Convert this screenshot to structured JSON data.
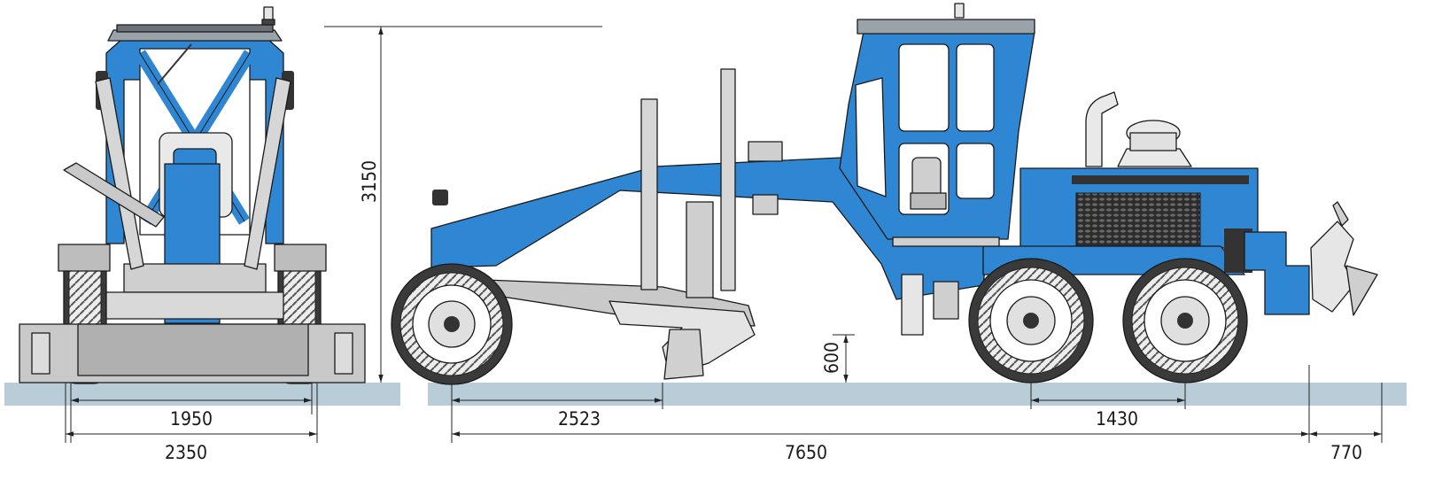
{
  "dimensions": {
    "front_track": "1950",
    "front_width": "2350",
    "height": "3150",
    "front_axle_to_blade": "2523",
    "rear_axle_spacing": "1430",
    "wheelbase_length": "7650",
    "rear_overhang": "770",
    "blade_lift": "600"
  },
  "colors": {
    "body_blue": "#2f86d3",
    "ground": "#b9cdd9",
    "steel_gray": "#c9c9c9",
    "tire_dark": "#3a3a3a",
    "outline": "#1a1a1a"
  },
  "views": [
    "front-view",
    "side-view"
  ]
}
